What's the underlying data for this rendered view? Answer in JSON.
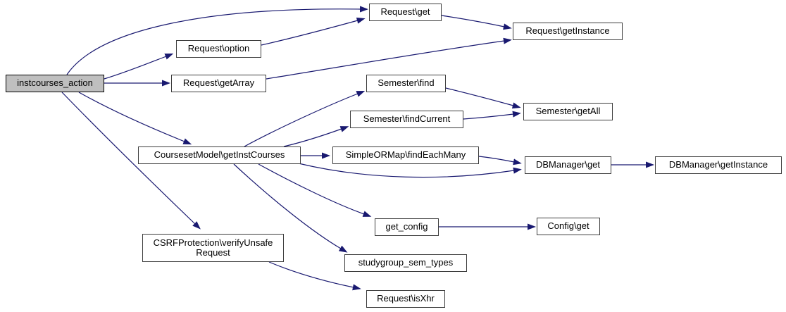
{
  "diagram": {
    "type": "doxygen-call-graph",
    "root_function": "instcourses_action",
    "colors": {
      "edge": "#191970",
      "node_fill": "#ffffff",
      "node_border": "#3d3d3d",
      "highlight_fill": "#bfbfbf",
      "highlight_border": "#000000",
      "text": "#000000",
      "background": "#ffffff"
    },
    "nodes": {
      "instcourses_action": {
        "label": "instcourses_action",
        "highlighted": true
      },
      "request_get": {
        "label": "Request\\get"
      },
      "request_getinstance": {
        "label": "Request\\getInstance"
      },
      "request_option": {
        "label": "Request\\option"
      },
      "request_getarray": {
        "label": "Request\\getArray"
      },
      "semester_find": {
        "label": "Semester\\find"
      },
      "semester_findcurrent": {
        "label": "Semester\\findCurrent"
      },
      "semester_getall": {
        "label": "Semester\\getAll"
      },
      "coursesetmodel_getinstcourses": {
        "label": "CoursesetModel\\getInstCourses"
      },
      "simpleormap_findeachmany": {
        "label": "SimpleORMap\\findEachMany"
      },
      "dbmanager_get": {
        "label": "DBManager\\get"
      },
      "dbmanager_getinstance": {
        "label": "DBManager\\getInstance"
      },
      "get_config": {
        "label": "get_config"
      },
      "config_get": {
        "label": "Config\\get"
      },
      "studygroup_sem_types": {
        "label": "studygroup_sem_types"
      },
      "csrfprotection_verifyunsaferequest": {
        "label": "CSRFProtection\\verifyUnsafeRequest",
        "line1": "CSRFProtection\\verifyUnsafe",
        "line2": "Request"
      },
      "request_isxhr": {
        "label": "Request\\isXhr"
      }
    },
    "edges": [
      {
        "from": "instcourses_action",
        "to": "Request\\get"
      },
      {
        "from": "instcourses_action",
        "to": "Request\\option"
      },
      {
        "from": "instcourses_action",
        "to": "Request\\getArray"
      },
      {
        "from": "instcourses_action",
        "to": "CoursesetModel\\getInstCourses"
      },
      {
        "from": "instcourses_action",
        "to": "CSRFProtection\\verifyUnsafeRequest"
      },
      {
        "from": "Request\\option",
        "to": "Request\\get"
      },
      {
        "from": "Request\\get",
        "to": "Request\\getInstance"
      },
      {
        "from": "Request\\getArray",
        "to": "Request\\getInstance"
      },
      {
        "from": "CoursesetModel\\getInstCourses",
        "to": "Semester\\find"
      },
      {
        "from": "CoursesetModel\\getInstCourses",
        "to": "Semester\\findCurrent"
      },
      {
        "from": "CoursesetModel\\getInstCourses",
        "to": "SimpleORMap\\findEachMany"
      },
      {
        "from": "CoursesetModel\\getInstCourses",
        "to": "DBManager\\get"
      },
      {
        "from": "CoursesetModel\\getInstCourses",
        "to": "get_config"
      },
      {
        "from": "CoursesetModel\\getInstCourses",
        "to": "studygroup_sem_types"
      },
      {
        "from": "Semester\\find",
        "to": "Semester\\getAll"
      },
      {
        "from": "Semester\\findCurrent",
        "to": "Semester\\getAll"
      },
      {
        "from": "SimpleORMap\\findEachMany",
        "to": "DBManager\\get"
      },
      {
        "from": "DBManager\\get",
        "to": "DBManager\\getInstance"
      },
      {
        "from": "get_config",
        "to": "Config\\get"
      },
      {
        "from": "CSRFProtection\\verifyUnsafeRequest",
        "to": "Request\\isXhr"
      }
    ]
  }
}
